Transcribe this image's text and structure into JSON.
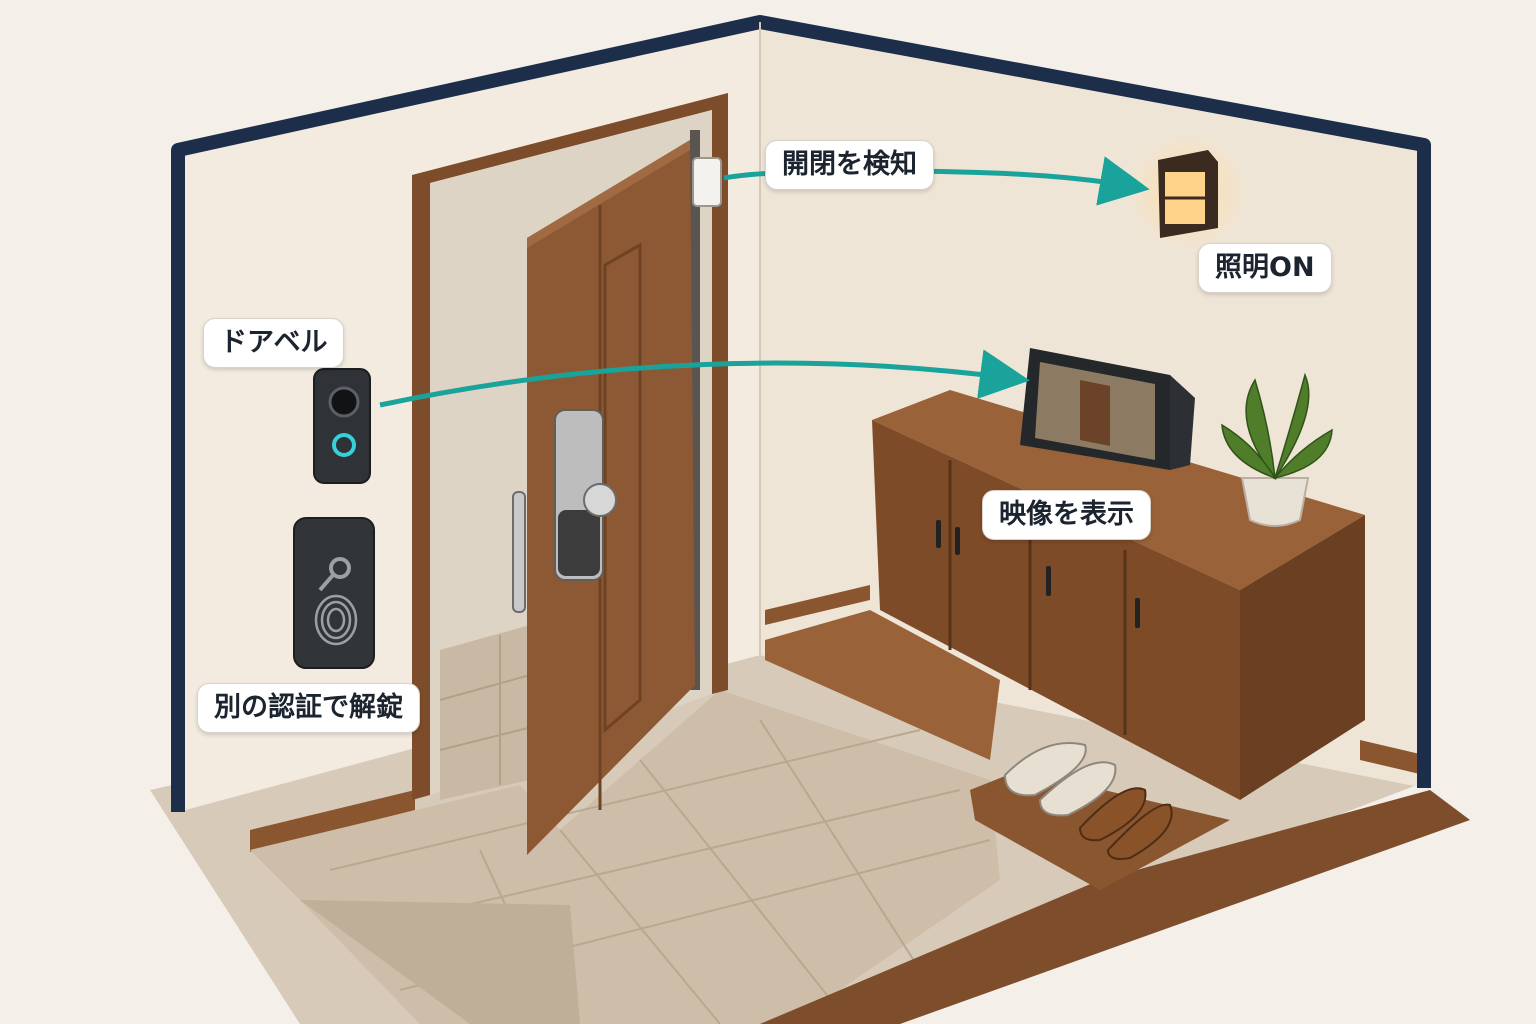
{
  "labels": {
    "open_close_detect": "開閉を検知",
    "light_on": "照明ON",
    "doorbell": "ドアベル",
    "show_video": "映像を表示",
    "unlock_other_auth": "別の認証で解錠"
  },
  "colors": {
    "room_outline": "#1c2e4a",
    "wall": "#f1e8dc",
    "wood": "#8a5630",
    "floor_tile": "#d3c4b2",
    "arrow": "#1aa39a",
    "doorbell_ring": "#35d0d8"
  },
  "icons": [
    "doorbell-icon",
    "keypad-icon",
    "key-icon",
    "fingerprint-icon",
    "door-sensor-icon",
    "wall-light-icon",
    "smart-display-icon",
    "smart-lock-icon",
    "plant-icon",
    "shoes-icon"
  ]
}
